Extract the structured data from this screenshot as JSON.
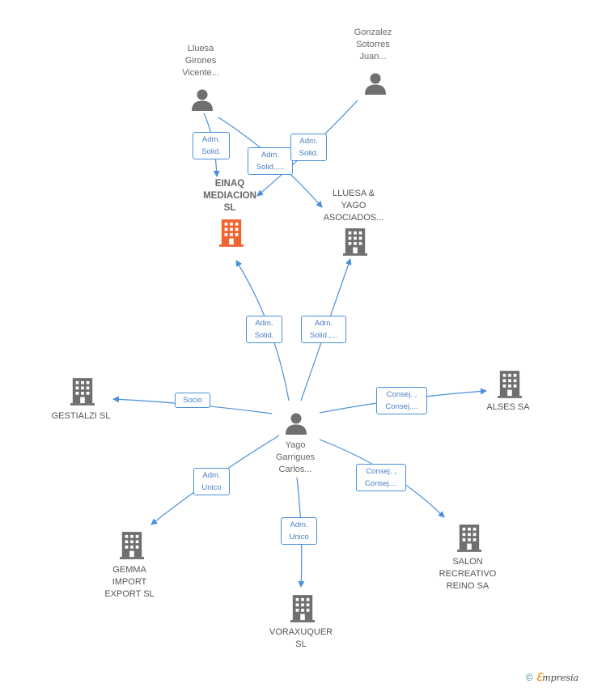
{
  "colors": {
    "edge": "#4a90d9",
    "person": "#6f6f6f",
    "company": "#6f6f6f",
    "highlight": "#f0632e"
  },
  "persons": {
    "lluesa": "Lluesa\nGirones\nVicente...",
    "gonzalez": "Gonzalez\nSotorres\nJuan...",
    "yago": "Yago\nGarrigues\nCarlos..."
  },
  "companies": {
    "einaq": "EINAQ\nMEDIACION\nSL",
    "lluesa_yago": "LLUESA &\nYAGO\nASOCIADOS...",
    "gestialzi": "GESTIALZI  SL",
    "alses": "ALSES SA",
    "gemma": "GEMMA\nIMPORT\nEXPORT SL",
    "voraxuquer": "VORAXUQUER\nSL",
    "salon": "SALON\nRECREATIVO\nREINO SA"
  },
  "relations": {
    "lluesa_einaq": "Adm.\nSolid.",
    "lluesa_lluesayago": "Adm.\nSolid.,...",
    "gonzalez_einaq": "Adm.\nSolid.",
    "yago_einaq": "Adm.\nSolid.",
    "yago_lluesayago": "Adm.\nSolid.,...",
    "yago_gestialzi": "Socio",
    "yago_alses": "Consej. ,\nConsej....",
    "yago_gemma": "Adm.\nUnico",
    "yago_voraxuquer": "Adm.\nUnico",
    "yago_salon": "Consej. ,\nConsej...."
  },
  "footer": {
    "copyright": "©",
    "brand_initial": "ℇ",
    "brand_rest": "mpresia"
  }
}
